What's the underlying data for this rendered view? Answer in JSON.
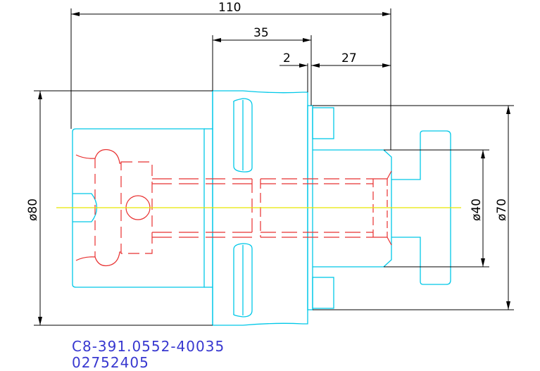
{
  "colors": {
    "outline": "#00c8e8",
    "hidden": "#e83030",
    "centerline": "#e8e800",
    "dimension": "#000000",
    "code_text": "#3838d0"
  },
  "dimensions": {
    "overall_length": "110",
    "flange_length": "35",
    "gap": "2",
    "shank_length": "27",
    "diameter_80": "ø80",
    "diameter_40": "ø40",
    "diameter_70": "ø70"
  },
  "part_code": {
    "line1": "C8-391.0552-40035",
    "line2": "02752405"
  }
}
